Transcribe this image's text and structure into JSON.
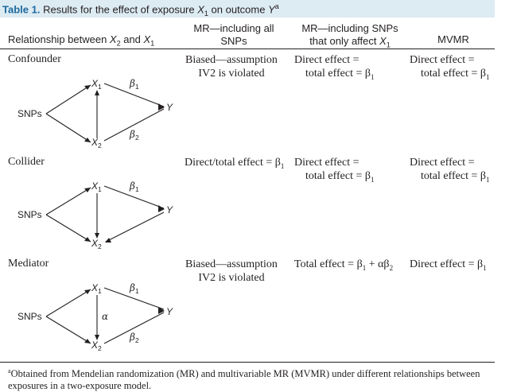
{
  "table": {
    "label": "Table 1.",
    "title_pre": "Results for the effect of exposure ",
    "title_x": "X",
    "title_x_sub": "1",
    "title_mid": " on outcome ",
    "title_y": "Y",
    "title_sup": "a"
  },
  "header": {
    "col0_pre": "Relationship between ",
    "col0_x2": "X",
    "col0_x2_sub": "2",
    "col0_and": " and ",
    "col0_x1": "X",
    "col0_x1_sub": "1",
    "col1_line1": "MR—including all",
    "col1_line2": "SNPs",
    "col2_line1": "MR—including SNPs",
    "col2_line2_pre": "that only affect ",
    "col2_line2_x": "X",
    "col2_line2_sub": "1",
    "col3": "MVMR"
  },
  "rows": [
    {
      "label": "Confounder",
      "mr_all_1": "Biased—assumption",
      "mr_all_2": "IV2 is violated",
      "mr_snps_1": "Direct effect =",
      "mr_snps_2": "total effect = β",
      "mr_snps_2_sub": "1",
      "mvmr_1": "Direct effect =",
      "mvmr_2": "total effect = β",
      "mvmr_2_sub": "1"
    },
    {
      "label": "Collider",
      "mr_all_1": "Direct/total effect = β",
      "mr_all_1_sub": "1",
      "mr_snps_1": "Direct effect =",
      "mr_snps_2": "total effect = β",
      "mr_snps_2_sub": "1",
      "mvmr_1": "Direct effect =",
      "mvmr_2": "total effect = β",
      "mvmr_2_sub": "1"
    },
    {
      "label": "Mediator",
      "mr_all_1": "Biased—assumption",
      "mr_all_2": "IV2 is violated",
      "mr_snps_1": "Total effect = β",
      "mr_snps_1_sub_a": "1",
      "mr_snps_1_mid": " + αβ",
      "mr_snps_1_sub_b": "2",
      "mvmr_1": "Direct effect = β",
      "mvmr_1_sub": "1"
    }
  ],
  "diagram_labels": {
    "snps": "SNPs",
    "x": "X",
    "sub1": "1",
    "sub2": "2",
    "y": "Y",
    "beta": "β",
    "alpha": "α"
  },
  "footnote": {
    "sup": "a",
    "text": "Obtained from Mendelian randomization (MR) and multivariable MR (MVMR) under different relationships between exposures in a two-exposure model."
  }
}
